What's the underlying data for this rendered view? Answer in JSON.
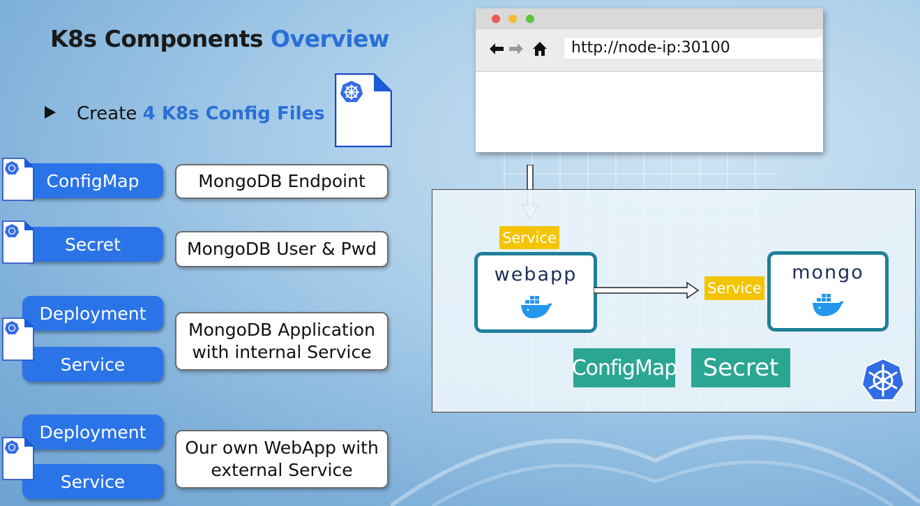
{
  "title": {
    "main": "K8s Components",
    "highlight": "Overview"
  },
  "bullet": {
    "prefix": "Create",
    "highlight": "4 K8s Config Files"
  },
  "rows": [
    {
      "pills": [
        "ConfigMap"
      ],
      "description": "MongoDB Endpoint"
    },
    {
      "pills": [
        "Secret"
      ],
      "description": "MongoDB User & Pwd"
    },
    {
      "pills": [
        "Deployment",
        "Service"
      ],
      "description_lines": [
        "MongoDB Application",
        "with internal Service"
      ]
    },
    {
      "pills": [
        "Deployment",
        "Service"
      ],
      "description_lines": [
        "Our own WebApp with",
        "external Service"
      ]
    }
  ],
  "browser": {
    "url": "http://node-ip:30100"
  },
  "cluster": {
    "webapp_label": "webapp",
    "mongo_label": "mongo",
    "webapp_service": "Service",
    "mongo_service": "Service",
    "configmap_label": "ConfigMap",
    "secret_label": "Secret"
  },
  "colors": {
    "accent_blue": "#2a6fd6",
    "pill_blue": "#2a74e8",
    "service_yellow": "#f4c400",
    "teal": "#2aa693",
    "pod_border": "#1f7f98"
  },
  "icons": [
    "kubernetes-wheel-icon",
    "document-icon",
    "docker-whale-icon",
    "back-arrow-icon",
    "forward-arrow-icon",
    "home-icon",
    "play-triangle-icon"
  ]
}
